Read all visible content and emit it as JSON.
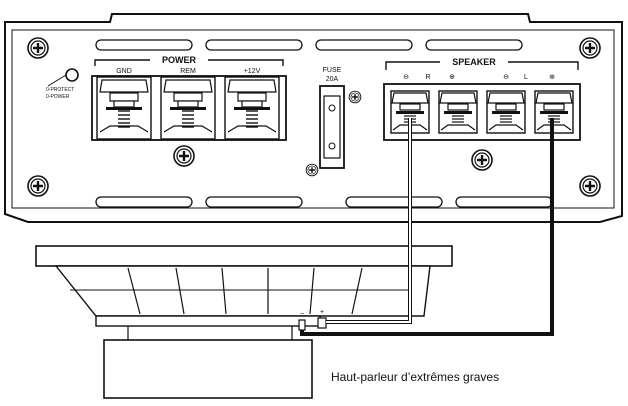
{
  "amplifier": {
    "power_group_label": "POWER",
    "power_terminals": [
      "GND",
      "REM",
      "+12V"
    ],
    "led_labels": [
      "0-PROTECT",
      "0-POWER"
    ],
    "fuse_label": "FUSE",
    "fuse_rating": "20A",
    "speaker_group_label": "SPEAKER",
    "speaker_symbols": [
      "⊖",
      "R",
      "⊕",
      "⊖",
      "L",
      "⊕"
    ]
  },
  "speaker": {
    "caption": "Haut-parleur d’extrêmes graves",
    "terminal_minus": "−",
    "terminal_plus": "+"
  },
  "colors": {
    "line": "#111111",
    "wire_dark": "#111111",
    "wire_light": "#ffffff"
  }
}
